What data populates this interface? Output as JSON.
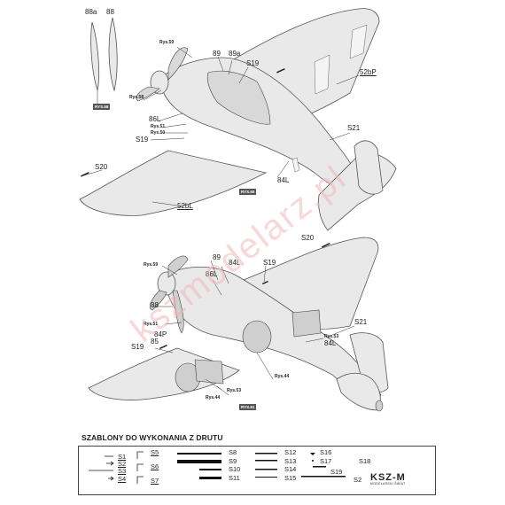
{
  "top_view": {
    "callouts": {
      "88a": "88a",
      "88": "88",
      "rys59": "Rys.59",
      "89": "89",
      "89a": "89a",
      "s19": "S19",
      "s52bp": "52bP",
      "rys58": "Rys.58",
      "86l": "86L",
      "rys51": "Rys.51",
      "rys50": "Rys.50",
      "s19b": "S19",
      "s21": "S21",
      "s20": "S20",
      "s84l": "84L",
      "s52bl": "52bL"
    },
    "tag_prop": "RYS.58",
    "tag_main": "RYS.60"
  },
  "bottom_view": {
    "callouts": {
      "s20": "S20",
      "rys59": "Rys.59",
      "89": "89",
      "84l": "84L",
      "s19": "S19",
      "86l": "86L",
      "88": "88",
      "rys51": "Rys.51",
      "84p": "84P",
      "85": "85",
      "s19b": "S19",
      "s21": "S21",
      "rys53": "Rys.53",
      "84l2": "84L",
      "rys44a": "Rys.44",
      "rys44b": "Rys.44",
      "rys53b": "Rys.53"
    },
    "tag": "RYS.61"
  },
  "templates": {
    "title": "SZABLONY DO WYKONANIA Z DRUTU",
    "items": [
      "S1",
      "S2",
      "S3",
      "S4",
      "S5",
      "S6",
      "S7",
      "S8",
      "S9",
      "S10",
      "S11",
      "S12",
      "S13",
      "S14",
      "S15",
      "S16",
      "S17",
      "S18",
      "S19",
      "S2"
    ]
  },
  "logo": {
    "name": "KSZ-M",
    "sub": "MODELARSKI ŚWIAT"
  },
  "watermark": "kszmodelarz.pl"
}
